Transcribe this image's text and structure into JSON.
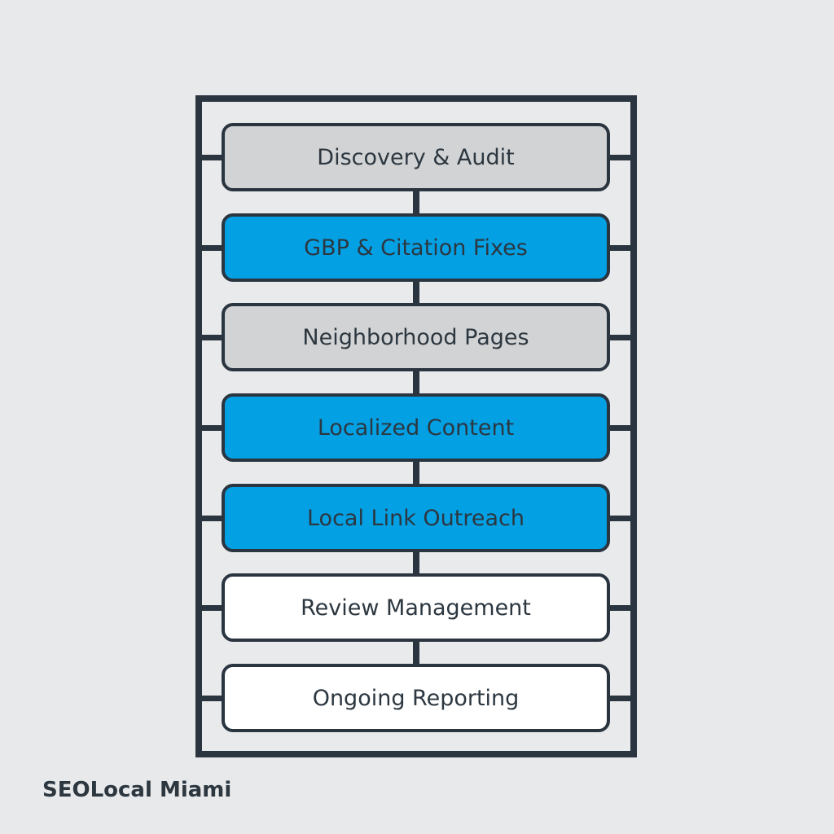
{
  "diagram": {
    "title": "",
    "steps": [
      {
        "label": "Discovery & Audit",
        "style": "gray"
      },
      {
        "label": "GBP & Citation Fixes",
        "style": "blue"
      },
      {
        "label": "Neighborhood Pages",
        "style": "gray"
      },
      {
        "label": "Localized Content",
        "style": "blue"
      },
      {
        "label": "Local Link Outreach",
        "style": "blue"
      },
      {
        "label": "Review Management",
        "style": "white"
      },
      {
        "label": "Ongoing Reporting",
        "style": "white"
      }
    ],
    "colors": {
      "line": "#2a3540",
      "gray_fill": "#d2d3d4",
      "blue_fill": "#03a0e4",
      "white_fill": "#ffffff",
      "background": "#e8e9ea"
    }
  },
  "footer": {
    "brand": "SEOLocal Miami"
  }
}
